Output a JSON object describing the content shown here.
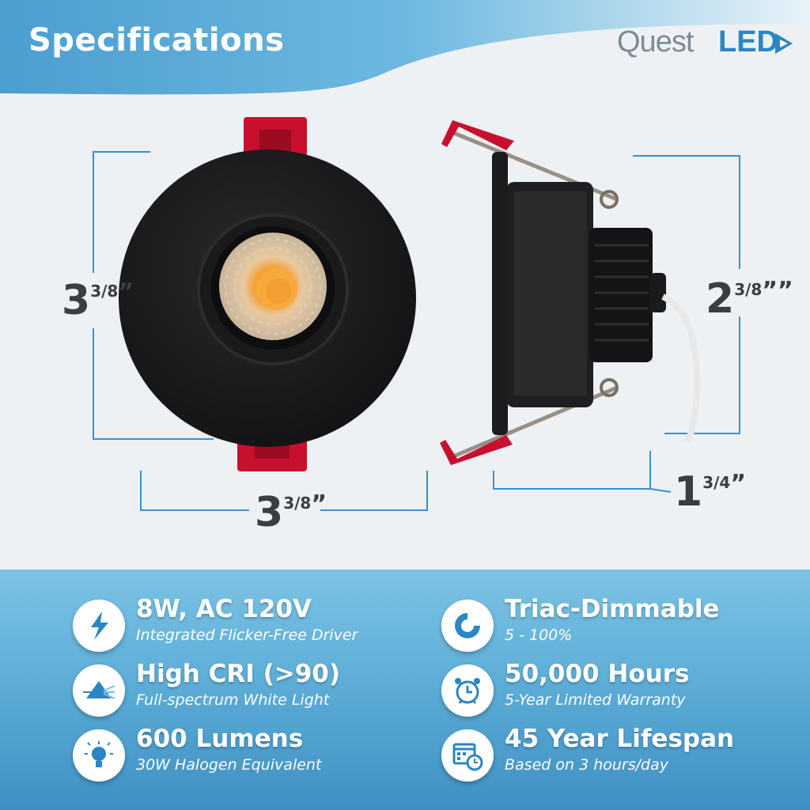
{
  "header": {
    "title": "Specifications",
    "brand_prefix": "Quest",
    "brand_suffix": "LED",
    "brand_color": "#2a86c5"
  },
  "dimensions": {
    "front_height": {
      "whole": "3",
      "fraction": "3/8",
      "mark": "”"
    },
    "front_width": {
      "whole": "3",
      "fraction": "3/8",
      "mark": "”"
    },
    "side_height": {
      "whole": "2",
      "fraction": "3/8",
      "mark": "””"
    },
    "side_depth": {
      "whole": "1",
      "fraction": "3/4",
      "mark": "”"
    }
  },
  "features": [
    {
      "icon": "lightning-bolt-icon",
      "title": "8W, AC 120V",
      "subtitle": "Integrated Flicker-Free Driver"
    },
    {
      "icon": "dimmer-dial-icon",
      "title": "Triac-Dimmable",
      "subtitle": "5 - 100%"
    },
    {
      "icon": "prism-icon",
      "title": "High CRI (>90)",
      "subtitle": "Full-spectrum White Light"
    },
    {
      "icon": "alarm-clock-icon",
      "title": "50,000 Hours",
      "subtitle": "5-Year Limited Warranty"
    },
    {
      "icon": "light-bulb-icon",
      "title": "600 Lumens",
      "subtitle": "30W Halogen Equivalent"
    },
    {
      "icon": "calendar-clock-icon",
      "title": "45 Year Lifespan",
      "subtitle": "Based on 3 hours/day"
    }
  ],
  "colors": {
    "accent_blue": "#2a86c5",
    "clip_red": "#c8102e",
    "fixture_black": "#1c1c1e",
    "header_blue": "#5aa9d6"
  }
}
